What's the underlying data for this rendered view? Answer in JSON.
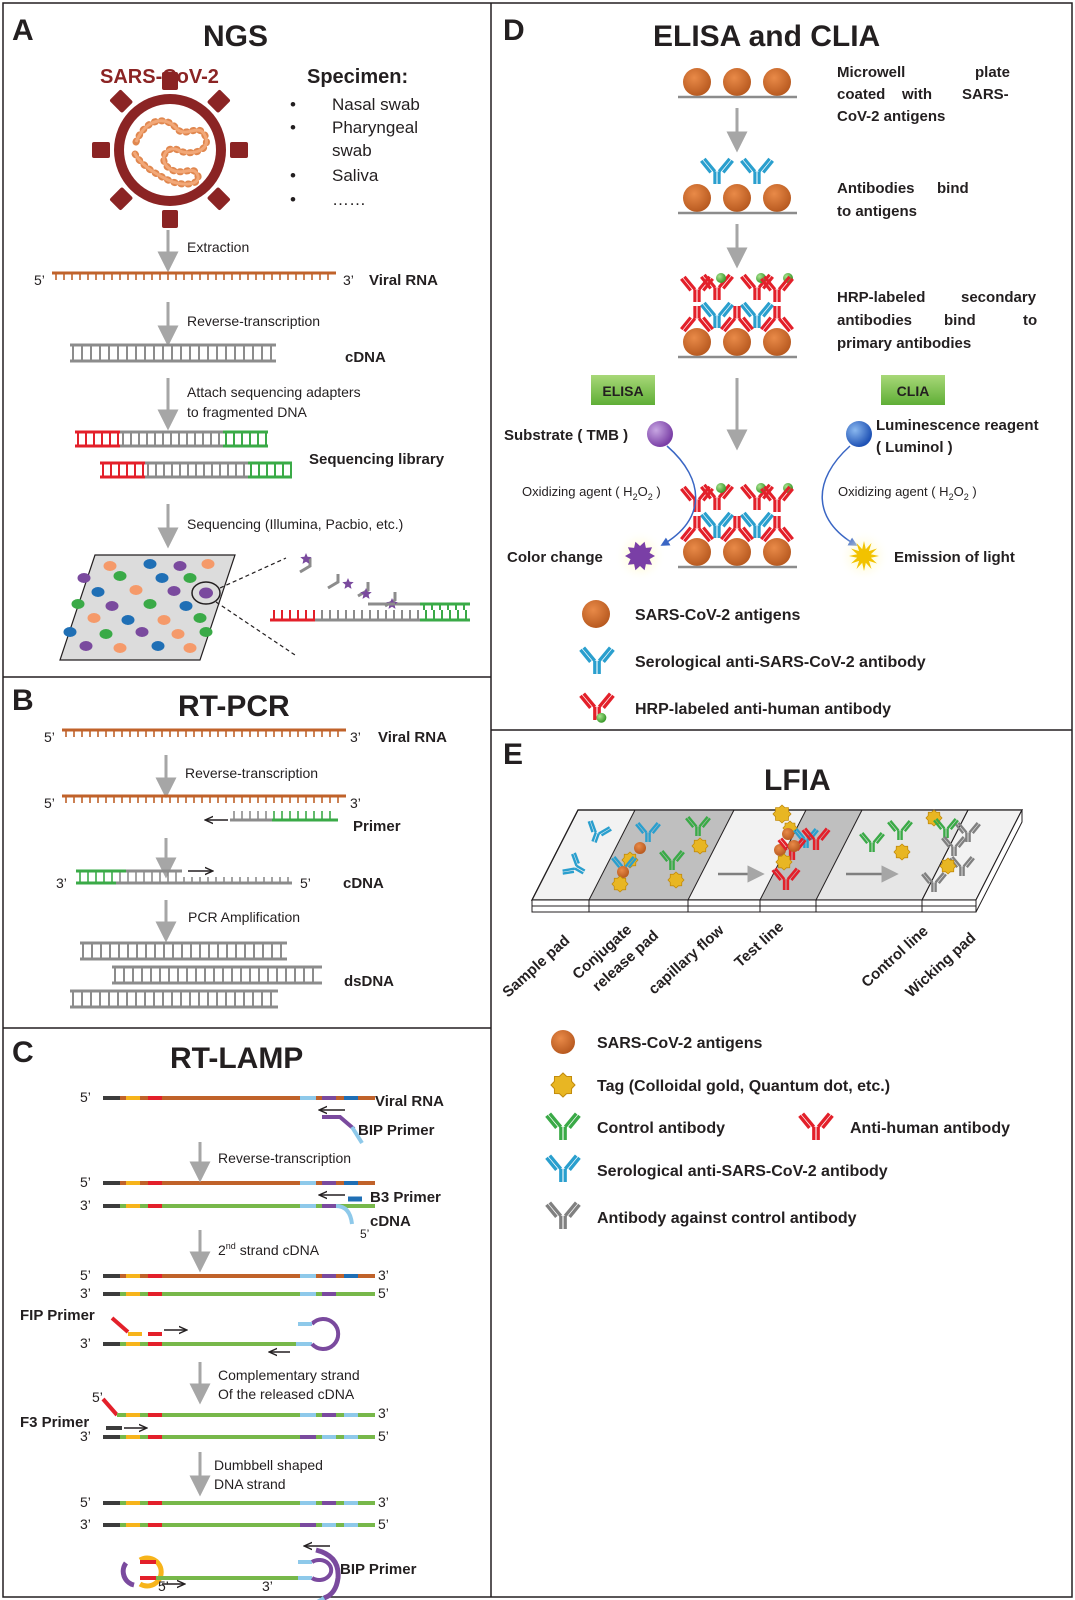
{
  "colors": {
    "rna": "#c0622a",
    "dna": "#8c8c8c",
    "red": "#e3202a",
    "green": "#3aaa47",
    "dark_red": "#8b2424",
    "blue_ab": "#2a9fce",
    "purple": "#7a4a9e",
    "orange_dot": "#f59a6a",
    "yellow": "#f2c200",
    "dark_blue": "#1f6fb5",
    "lfia_gray": "#bfbfbf",
    "arrow": "#a6a6a6"
  },
  "panel_a": {
    "letter": "A",
    "title": "NGS",
    "virus_label": "SARS-CoV-2",
    "specimen_title": "Specimen:",
    "specimen_items": [
      "Nasal swab",
      "Pharyngeal",
      "swab",
      "Saliva",
      "……"
    ],
    "step_extraction": "Extraction",
    "five_prime": "5’",
    "three_prime": "3’",
    "viral_rna": "Viral RNA",
    "step_rt": "Reverse-transcription",
    "cdna": "cDNA",
    "step_adapters_1": "Attach sequencing adapters",
    "step_adapters_2": "to fragmented DNA",
    "seq_library": "Sequencing library",
    "step_sequencing": "Sequencing (Illumina, Pacbio, etc.)"
  },
  "panel_b": {
    "letter": "B",
    "title": "RT-PCR",
    "five_prime": "5’",
    "three_prime": "3’",
    "viral_rna": "Viral RNA",
    "step_rt": "Reverse-transcription",
    "primer": "Primer",
    "cdna": "cDNA",
    "step_pcr": "PCR Amplification",
    "dsdna": "dsDNA"
  },
  "panel_c": {
    "letter": "C",
    "title": "RT-LAMP",
    "five_prime": "5’",
    "three_prime": "3’",
    "viral_rna": "Viral RNA",
    "bip_primer": "BIP Primer",
    "step_rt": "Reverse-transcription",
    "b3_primer": "B3 Primer",
    "cdna": "cDNA",
    "second_strand_num": "2",
    "second_strand_sup": "nd",
    "second_strand_rest": " strand cDNA",
    "fip_primer": "FIP Primer",
    "step_comp_1": "Complementary strand",
    "step_comp_2": "Of the released cDNA",
    "f3_primer": "F3 Primer",
    "step_dumbbell_1": "Dumbbell shaped",
    "step_dumbbell_2": "DNA strand",
    "bip_primer_2": "BIP Primer"
  },
  "panel_d": {
    "letter": "D",
    "title": "ELISA and CLIA",
    "step1_1": "Microwell",
    "step1_1b": "plate",
    "step1_2": "coated",
    "step1_2b": "with",
    "step1_2c": "SARS-",
    "step1_3": "CoV-2 antigens",
    "step2_1": "Antibodies",
    "step2_1b": "bind",
    "step2_2": "to antigens",
    "step3_1": "HRP-labeled",
    "step3_1b": "secondary",
    "step3_2": "antibodies",
    "step3_2b": "bind",
    "step3_2c": "to",
    "step3_3": "primary antibodies",
    "elisa": "ELISA",
    "clia": "CLIA",
    "substrate": "Substrate ( TMB )",
    "lum_1": "Luminescence reagent",
    "lum_2": "( Luminol )",
    "oxidizing_left": "Oxidizing agent ( H",
    "oxidizing_sub": "2",
    "oxidizing_o": "O",
    "oxidizing_end": " )",
    "color_change": "Color change",
    "emission": "Emission of light",
    "legend_antigen": "SARS-CoV-2 antigens",
    "legend_serological": "Serological anti-SARS-CoV-2 antibody",
    "legend_hrp": "HRP-labeled anti-human antibody"
  },
  "panel_e": {
    "letter": "E",
    "title": "LFIA",
    "labels": [
      "Sample pad",
      "Conjugate",
      "release pad",
      "capillary flow",
      "Test line",
      "Control line",
      "Wicking pad"
    ],
    "legend_antigen": "SARS-CoV-2 antigens",
    "legend_tag": "Tag (Colloidal gold, Quantum dot, etc.)",
    "legend_control": "Control antibody",
    "legend_antihuman": "Anti-human antibody",
    "legend_serological": "Serological  anti-SARS-CoV-2 antibody",
    "legend_against": "Antibody against control antibody"
  }
}
